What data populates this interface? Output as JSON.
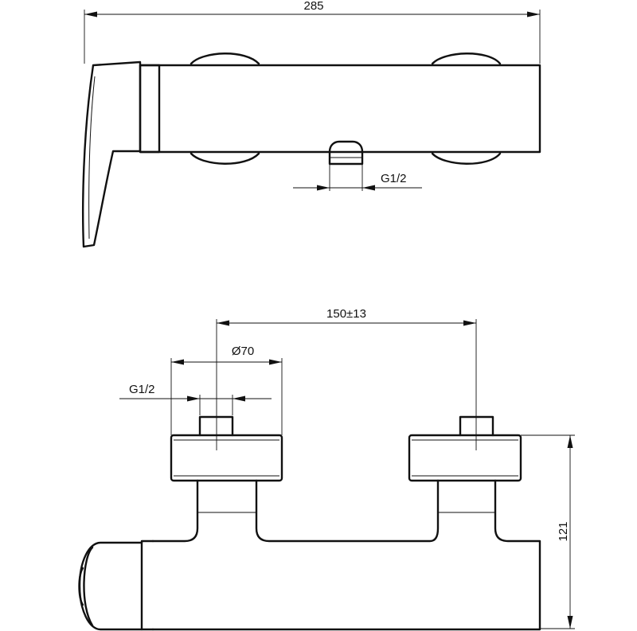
{
  "dimensions": {
    "overall_length": "285",
    "outlet_thread_side": "G1/2",
    "inlet_spacing": "150±13",
    "flange_diameter": "Ø70",
    "inlet_thread_front": "G1/2",
    "height": "121"
  }
}
